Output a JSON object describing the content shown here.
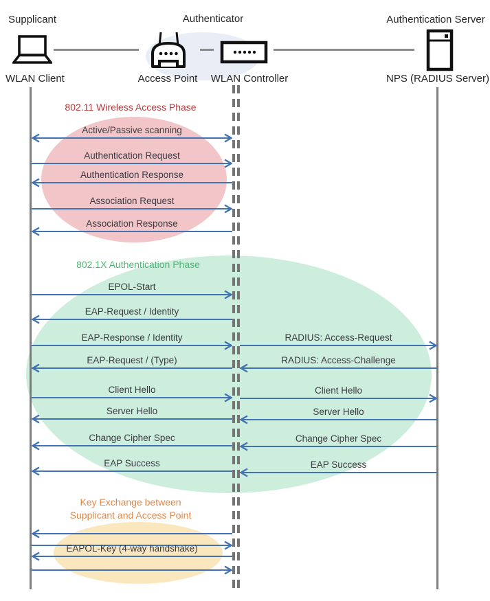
{
  "header": {
    "roles": {
      "supplicant": "Supplicant",
      "authenticator": "Authenticator",
      "auth_server": "Authentication Server"
    },
    "devices": {
      "wlan_client": "WLAN Client",
      "access_point": "Access Point",
      "wlan_controller": "WLAN Controller",
      "nps": "NPS (RADIUS Server)"
    },
    "hub_color": "#e9edf6"
  },
  "phases": [
    {
      "id": "wireless",
      "title": "802.11 Wireless Access Phase",
      "title_color": "#b2393a",
      "ellipse_color": "#f2c6c8"
    },
    {
      "id": "dot1x",
      "title": "802.1X Authentication Phase",
      "title_color": "#4cb873",
      "ellipse_color": "#cdeedd"
    },
    {
      "id": "keyexchange",
      "title_line1": "Key Exchange between",
      "title_line2": "Supplicant and Access Point",
      "title_color": "#e0894d",
      "ellipse_color": "#fbe7bd"
    }
  ],
  "messages": [
    {
      "label": "Active/Passive scanning",
      "lane": "client-authenticator",
      "arrow": "both"
    },
    {
      "label": "Authentication Request",
      "lane": "client-authenticator",
      "arrow": "right"
    },
    {
      "label": "Authentication Response",
      "lane": "client-authenticator",
      "arrow": "left"
    },
    {
      "label": "Association Request",
      "lane": "client-authenticator",
      "arrow": "right"
    },
    {
      "label": "Association Response",
      "lane": "client-authenticator",
      "arrow": "left"
    },
    {
      "label": "EPOL-Start",
      "lane": "client-authenticator",
      "arrow": "right"
    },
    {
      "label": "EAP-Request / Identity",
      "lane": "client-authenticator",
      "arrow": "left"
    },
    {
      "label": "EAP-Response / Identity",
      "lane": "client-authenticator",
      "arrow": "right"
    },
    {
      "label": "RADIUS: Access-Request",
      "lane": "authenticator-server",
      "arrow": "right"
    },
    {
      "label": "EAP-Request / (Type)",
      "lane": "client-authenticator",
      "arrow": "left"
    },
    {
      "label": "RADIUS: Access-Challenge",
      "lane": "authenticator-server",
      "arrow": "left"
    },
    {
      "label": "Client Hello",
      "lane": "client-authenticator",
      "arrow": "right"
    },
    {
      "label": "Client Hello",
      "lane": "authenticator-server",
      "arrow": "right"
    },
    {
      "label": "Server Hello",
      "lane": "client-authenticator",
      "arrow": "left"
    },
    {
      "label": "Server Hello",
      "lane": "authenticator-server",
      "arrow": "left"
    },
    {
      "label": "Change Cipher Spec",
      "lane": "client-authenticator",
      "arrow": "left"
    },
    {
      "label": "Change Cipher Spec",
      "lane": "authenticator-server",
      "arrow": "left"
    },
    {
      "label": "EAP Success",
      "lane": "client-authenticator",
      "arrow": "left"
    },
    {
      "label": "EAP Success",
      "lane": "authenticator-server",
      "arrow": "left"
    },
    {
      "label": "",
      "lane": "client-authenticator",
      "arrow": "left"
    },
    {
      "label": "",
      "lane": "client-authenticator",
      "arrow": "right"
    },
    {
      "label": "EAPOL-Key (4-way handshake)",
      "lane": "client-authenticator",
      "arrow": "left"
    },
    {
      "label": "",
      "lane": "client-authenticator",
      "arrow": "right"
    }
  ],
  "colors": {
    "arrow": "#4173b4",
    "lifeline": "#7c7c7c",
    "connector": "#8c8c8c"
  }
}
